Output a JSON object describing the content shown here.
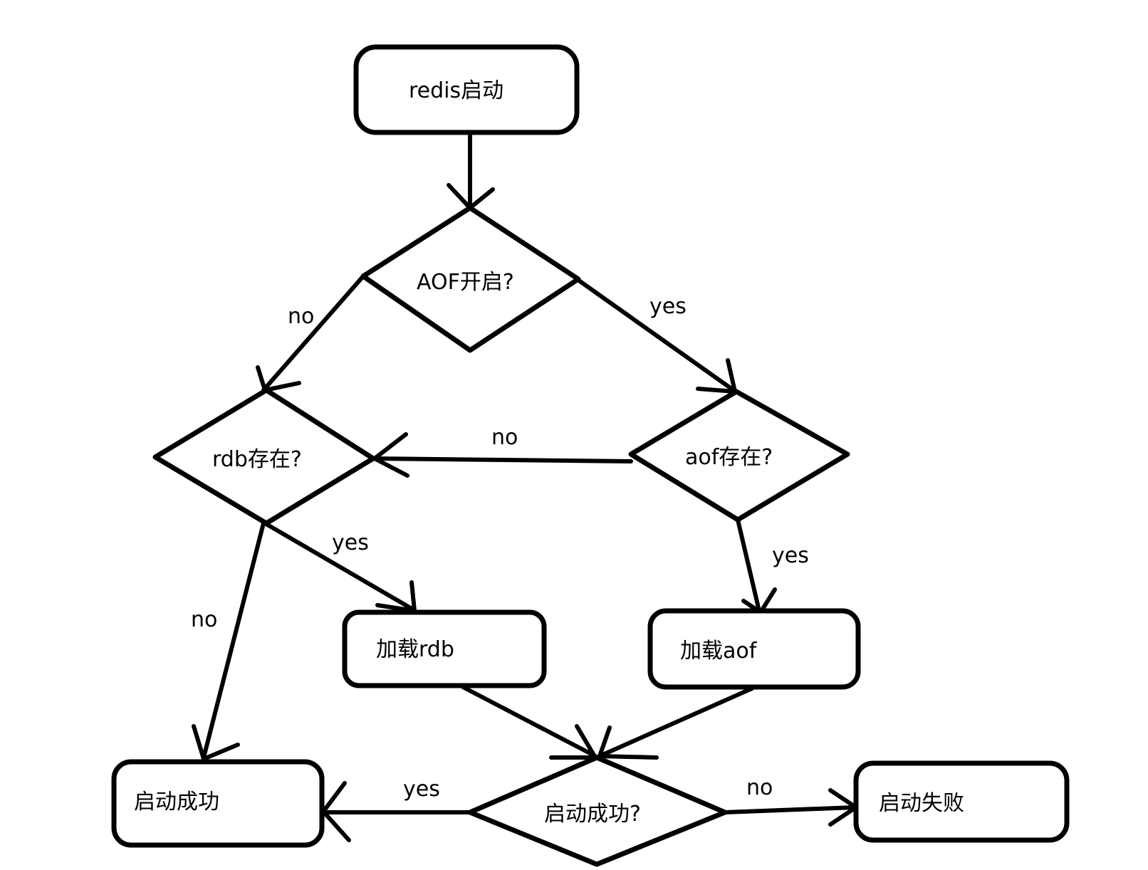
{
  "nodes": {
    "start": "redis启动",
    "aof_enabled": "AOF开启?",
    "rdb_exists": "rdb存在?",
    "aof_exists": "aof存在?",
    "load_rdb": "加载rdb",
    "load_aof": "加载aof",
    "start_success_check": "启动成功?",
    "start_success": "启动成功",
    "start_fail": "启动失败"
  },
  "edges": {
    "aof_no": "no",
    "aof_yes": "yes",
    "aof_exists_no": "no",
    "aof_exists_yes": "yes",
    "rdb_yes": "yes",
    "rdb_no": "no",
    "check_yes": "yes",
    "check_no": "no"
  },
  "colors": {
    "stroke": "#000000",
    "background": "#ffffff"
  }
}
